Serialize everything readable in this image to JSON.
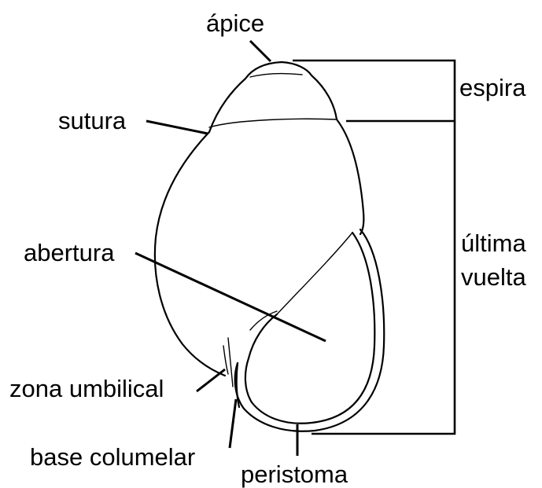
{
  "labels": {
    "apex": "ápice",
    "suture": "sutura",
    "spire": "espira",
    "aperture": "abertura",
    "last_whorl_line1": "última",
    "last_whorl_line2": "vuelta",
    "umbilical_zone": "zona umbilical",
    "columellar_base": "base columelar",
    "peristome": "peristoma"
  },
  "colors": {
    "line": "#000000",
    "background": "#ffffff"
  }
}
